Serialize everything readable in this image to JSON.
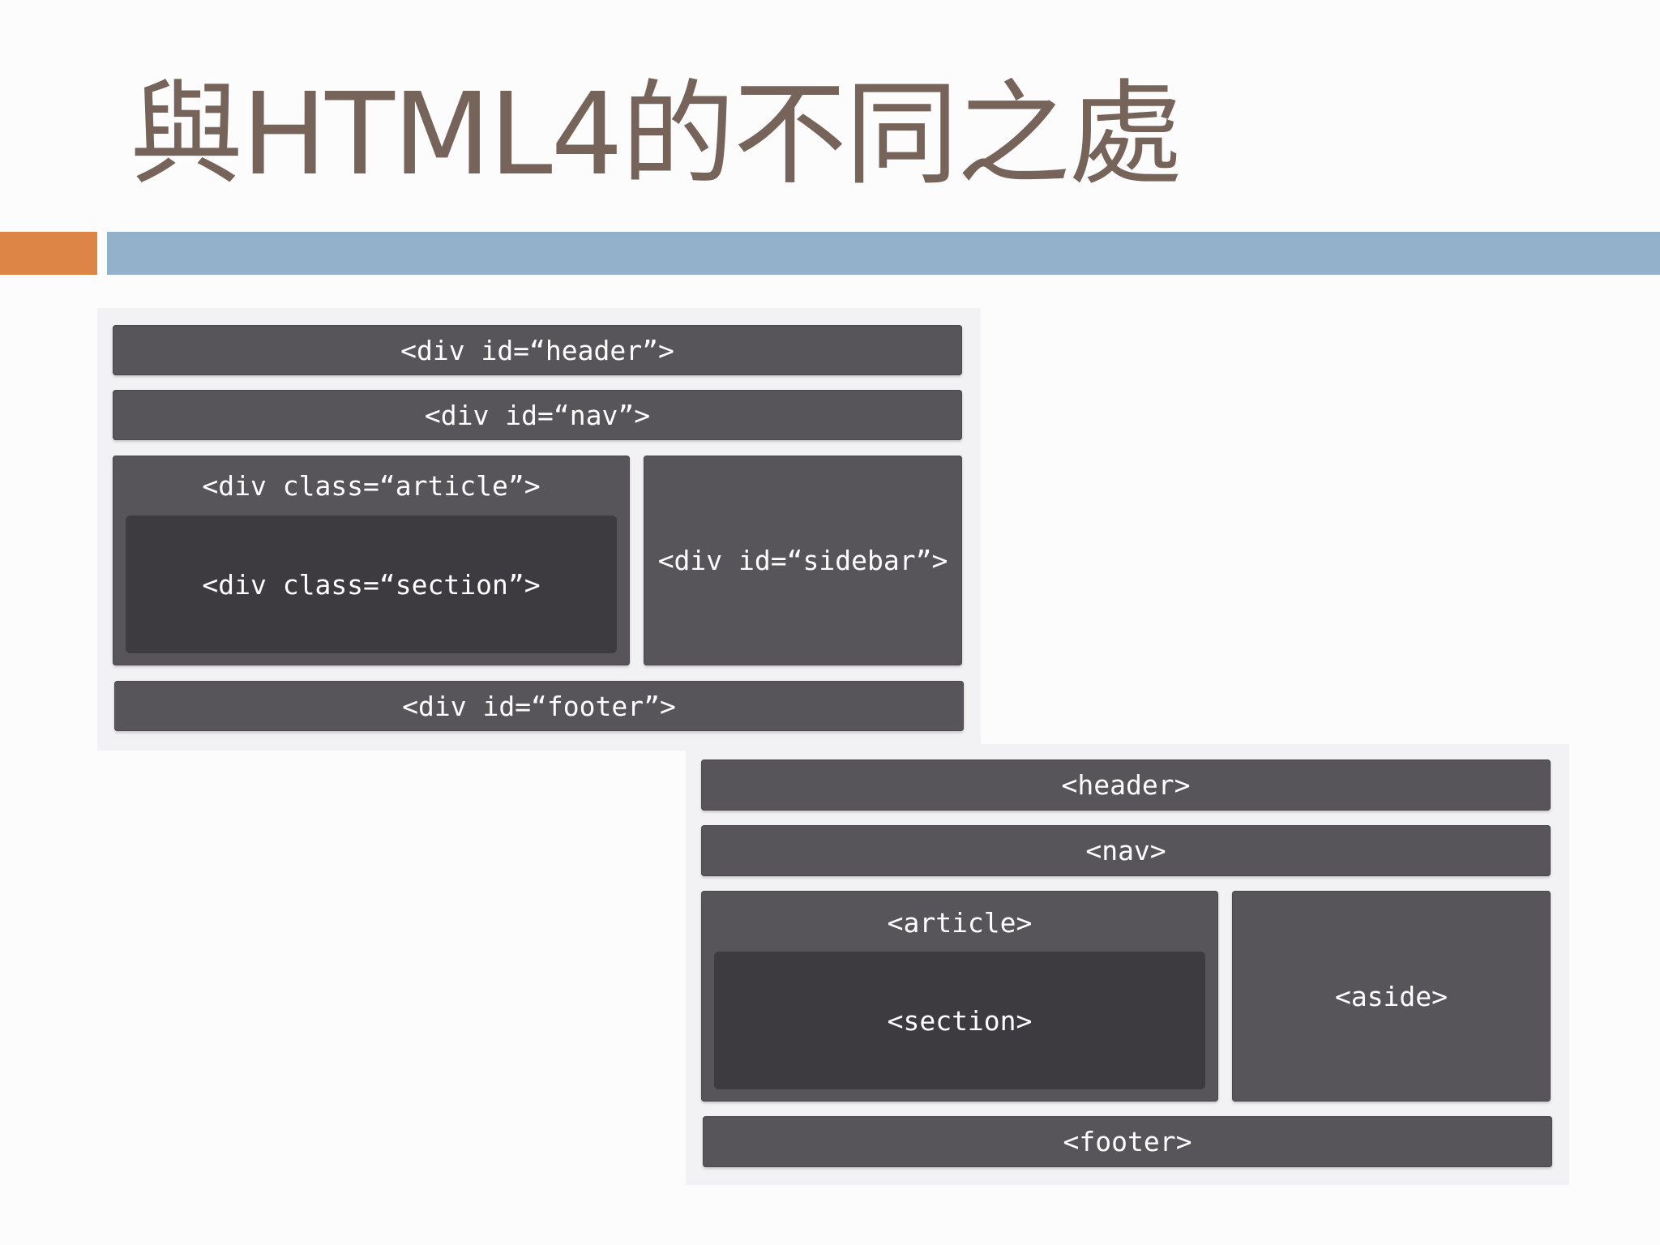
{
  "slide": {
    "title": "與HTML4的不同之處"
  },
  "html4_layout": {
    "header": "<div id=“header”>",
    "nav": "<div id=“nav”>",
    "article": "<div class=“article”>",
    "section": "<div class=“section”>",
    "sidebar": "<div id=“sidebar”>",
    "footer": "<div id=“footer”>"
  },
  "html5_layout": {
    "header": "<header>",
    "nav": "<nav>",
    "article": "<article>",
    "section": "<section>",
    "aside": "<aside>",
    "footer": "<footer>"
  },
  "colors": {
    "title": "#76635a",
    "accent_orange": "#dd8447",
    "accent_blue": "#93b1ca",
    "block": "#57555a",
    "inner_block": "#3d3b40",
    "panel": "#f2f1f4"
  }
}
